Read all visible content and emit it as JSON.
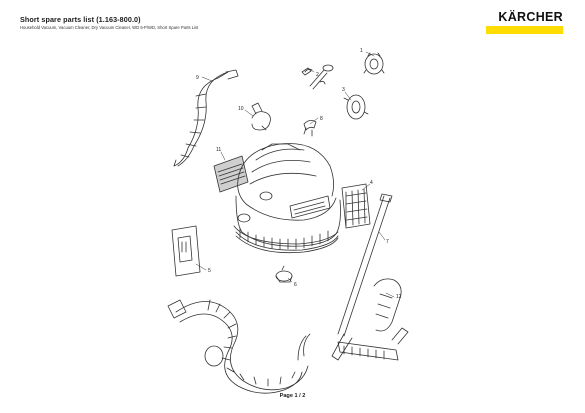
{
  "header": {
    "title": "Short spare parts list (1.163-800.0)",
    "subtitle": "Household Vacuum, Vacuum Cleaner, Dry Vacuum Cleaner, WD 5-P/WD, Short Spare Parts List"
  },
  "logo": {
    "text": "KÄRCHER",
    "brand_color": "#ffdd00"
  },
  "callouts": [
    "1",
    "2",
    "3",
    "4",
    "5",
    "6",
    "7",
    "8",
    "9",
    "10",
    "11",
    "12"
  ],
  "footer": {
    "page": "Page 1 / 2"
  }
}
